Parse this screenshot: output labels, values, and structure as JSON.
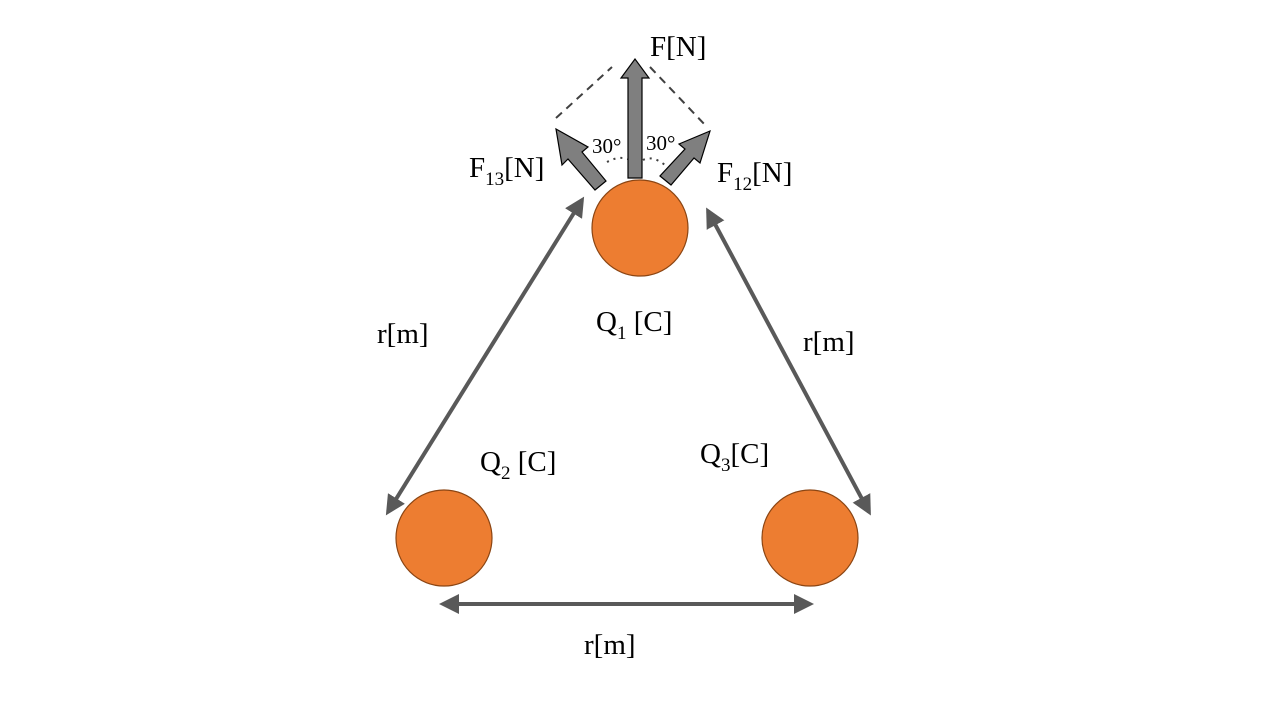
{
  "colors": {
    "charge_fill": "#ED7D31",
    "charge_stroke": "#8B4513",
    "arrow_gray": "#595959",
    "force_arrow_fill": "#7F7F7F",
    "force_arrow_stroke": "#000000"
  },
  "charges": {
    "q1": {
      "symbol": "Q",
      "subscript": "1",
      "unit": " [C]"
    },
    "q2": {
      "symbol": "Q",
      "subscript": "2",
      "unit": " [C]"
    },
    "q3": {
      "symbol": "Q",
      "subscript": "3",
      "unit": "[C]"
    }
  },
  "distances": {
    "left": "r[m]",
    "right": "r[m]",
    "bottom": "r[m]"
  },
  "forces": {
    "resultant": "F[N]",
    "f13": {
      "symbol": "F",
      "subscript": "13",
      "unit": "[N]"
    },
    "f12": {
      "symbol": "F",
      "subscript": "12",
      "unit": "[N]"
    }
  },
  "angles": {
    "left": "30°",
    "right": "30°"
  }
}
